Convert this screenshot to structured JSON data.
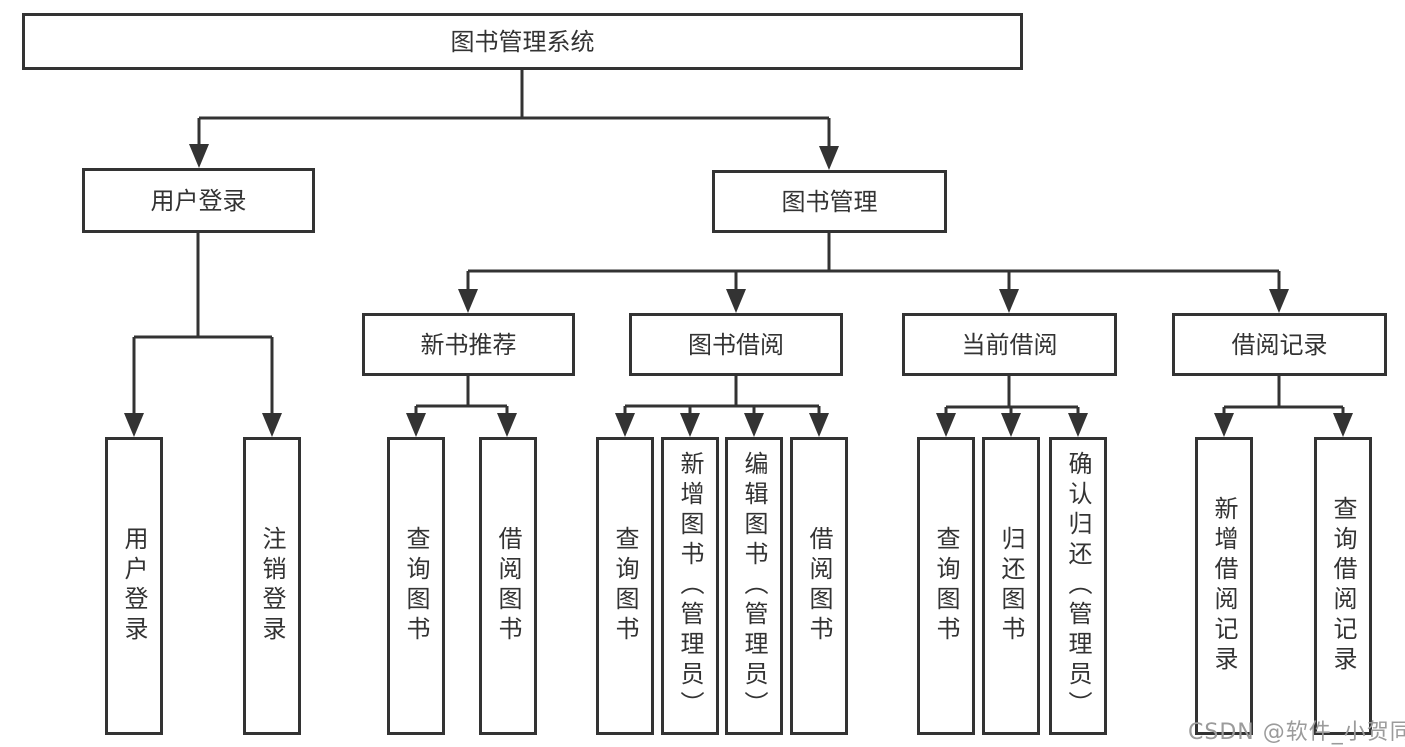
{
  "diagram": {
    "root": "图书管理系统",
    "branches": [
      {
        "label": "用户登录",
        "children": [
          "用户登录",
          "注销登录"
        ]
      },
      {
        "label": "图书管理",
        "groups": [
          {
            "label": "新书推荐",
            "children": [
              "查询图书",
              "借阅图书"
            ]
          },
          {
            "label": "图书借阅",
            "children": [
              "查询图书",
              "新增图书（管理员）",
              "编辑图书（管理员）",
              "借阅图书"
            ]
          },
          {
            "label": "当前借阅",
            "children": [
              "查询图书",
              "归还图书",
              "确认归还（管理员）"
            ]
          },
          {
            "label": "借阅记录",
            "children": [
              "新增借阅记录",
              "查询借阅记录"
            ]
          }
        ]
      }
    ]
  },
  "watermark": "CSDN @软件_小贺同学",
  "colors": {
    "line": "#333333",
    "text": "#333333",
    "watermark": "#9b9b9b",
    "background": "#ffffff"
  }
}
